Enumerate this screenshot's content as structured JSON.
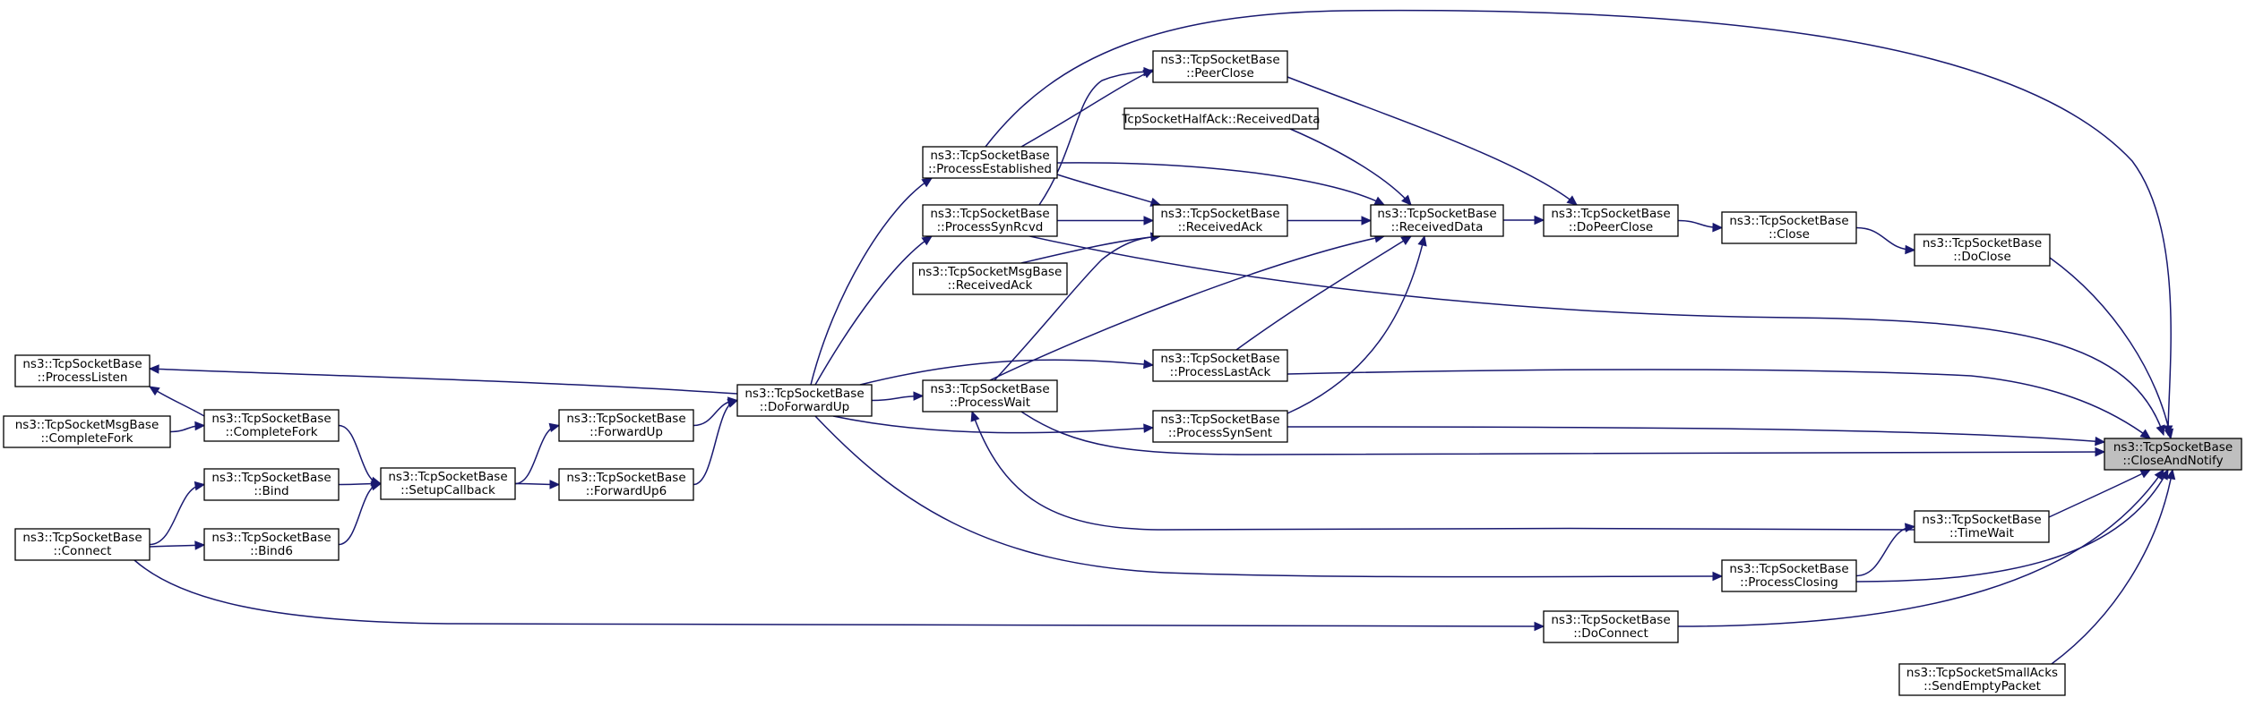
{
  "graph": {
    "edge_color": "#191970",
    "root_fill": "#bfbfbf",
    "nodes": [
      {
        "id": "closeandnotify",
        "lines": [
          "ns3::TcpSocketBase",
          "::CloseAndNotify"
        ],
        "root": true
      },
      {
        "id": "doclose",
        "lines": [
          "ns3::TcpSocketBase",
          "::DoClose"
        ]
      },
      {
        "id": "close",
        "lines": [
          "ns3::TcpSocketBase",
          "::Close"
        ]
      },
      {
        "id": "dopeerclose",
        "lines": [
          "ns3::TcpSocketBase",
          "::DoPeerClose"
        ]
      },
      {
        "id": "peerclose",
        "lines": [
          "ns3::TcpSocketBase",
          "::PeerClose"
        ]
      },
      {
        "id": "halfack",
        "lines": [
          "TcpSocketHalfAck::ReceivedData"
        ]
      },
      {
        "id": "receiveddata",
        "lines": [
          "ns3::TcpSocketBase",
          "::ReceivedData"
        ]
      },
      {
        "id": "receivedack",
        "lines": [
          "ns3::TcpSocketBase",
          "::ReceivedAck"
        ]
      },
      {
        "id": "processestablished",
        "lines": [
          "ns3::TcpSocketBase",
          "::ProcessEstablished"
        ]
      },
      {
        "id": "processsynrcvd",
        "lines": [
          "ns3::TcpSocketBase",
          "::ProcessSynRcvd"
        ]
      },
      {
        "id": "msgreceivedack",
        "lines": [
          "ns3::TcpSocketMsgBase",
          "::ReceivedAck"
        ]
      },
      {
        "id": "processlastack",
        "lines": [
          "ns3::TcpSocketBase",
          "::ProcessLastAck"
        ]
      },
      {
        "id": "processsynsent",
        "lines": [
          "ns3::TcpSocketBase",
          "::ProcessSynSent"
        ]
      },
      {
        "id": "processwait",
        "lines": [
          "ns3::TcpSocketBase",
          "::ProcessWait"
        ]
      },
      {
        "id": "doforwardup",
        "lines": [
          "ns3::TcpSocketBase",
          "::DoForwardUp"
        ]
      },
      {
        "id": "forwardup",
        "lines": [
          "ns3::TcpSocketBase",
          "::ForwardUp"
        ]
      },
      {
        "id": "forwardup6",
        "lines": [
          "ns3::TcpSocketBase",
          "::ForwardUp6"
        ]
      },
      {
        "id": "setupcallback",
        "lines": [
          "ns3::TcpSocketBase",
          "::SetupCallback"
        ]
      },
      {
        "id": "completefork",
        "lines": [
          "ns3::TcpSocketBase",
          "::CompleteFork"
        ]
      },
      {
        "id": "msgcompletefork",
        "lines": [
          "ns3::TcpSocketMsgBase",
          "::CompleteFork"
        ]
      },
      {
        "id": "processlisten",
        "lines": [
          "ns3::TcpSocketBase",
          "::ProcessListen"
        ]
      },
      {
        "id": "bind",
        "lines": [
          "ns3::TcpSocketBase",
          "::Bind"
        ]
      },
      {
        "id": "bind6",
        "lines": [
          "ns3::TcpSocketBase",
          "::Bind6"
        ]
      },
      {
        "id": "connect",
        "lines": [
          "ns3::TcpSocketBase",
          "::Connect"
        ]
      },
      {
        "id": "timewait",
        "lines": [
          "ns3::TcpSocketBase",
          "::TimeWait"
        ]
      },
      {
        "id": "processclosing",
        "lines": [
          "ns3::TcpSocketBase",
          "::ProcessClosing"
        ]
      },
      {
        "id": "doconnect",
        "lines": [
          "ns3::TcpSocketBase",
          "::DoConnect"
        ]
      },
      {
        "id": "sendemptypacket",
        "lines": [
          "ns3::TcpSocketSmallAcks",
          "::SendEmptyPacket"
        ]
      }
    ],
    "edges": [
      {
        "from": "doclose",
        "to": "closeandnotify"
      },
      {
        "from": "close",
        "to": "doclose"
      },
      {
        "from": "dopeerclose",
        "to": "close"
      },
      {
        "from": "peerclose",
        "to": "dopeerclose"
      },
      {
        "from": "receiveddata",
        "to": "dopeerclose"
      },
      {
        "from": "halfack",
        "to": "receiveddata"
      },
      {
        "from": "receivedack",
        "to": "receiveddata"
      },
      {
        "from": "processestablished",
        "to": "receiveddata"
      },
      {
        "from": "processestablished",
        "to": "receivedack"
      },
      {
        "from": "processestablished",
        "to": "peerclose"
      },
      {
        "from": "processsynrcvd",
        "to": "receivedack"
      },
      {
        "from": "processsynrcvd",
        "to": "peerclose"
      },
      {
        "from": "msgreceivedack",
        "to": "receivedack"
      },
      {
        "from": "processlastack",
        "to": "receiveddata"
      },
      {
        "from": "processsynsent",
        "to": "receiveddata"
      },
      {
        "from": "processwait",
        "to": "receivedack"
      },
      {
        "from": "processwait",
        "to": "receiveddata"
      },
      {
        "from": "doforwardup",
        "to": "processestablished"
      },
      {
        "from": "doforwardup",
        "to": "processsynrcvd"
      },
      {
        "from": "doforwardup",
        "to": "processwait"
      },
      {
        "from": "doforwardup",
        "to": "processlastack"
      },
      {
        "from": "doforwardup",
        "to": "processsynsent"
      },
      {
        "from": "doforwardup",
        "to": "processlisten"
      },
      {
        "from": "forwardup",
        "to": "doforwardup"
      },
      {
        "from": "forwardup6",
        "to": "doforwardup"
      },
      {
        "from": "setupcallback",
        "to": "forwardup"
      },
      {
        "from": "setupcallback",
        "to": "forwardup6"
      },
      {
        "from": "completefork",
        "to": "setupcallback"
      },
      {
        "from": "completefork",
        "to": "processlisten"
      },
      {
        "from": "msgcompletefork",
        "to": "completefork"
      },
      {
        "from": "bind",
        "to": "setupcallback"
      },
      {
        "from": "bind6",
        "to": "setupcallback"
      },
      {
        "from": "connect",
        "to": "bind"
      },
      {
        "from": "connect",
        "to": "bind6"
      },
      {
        "from": "processestablished",
        "to": "closeandnotify"
      },
      {
        "from": "processsynrcvd",
        "to": "closeandnotify"
      },
      {
        "from": "processlastack",
        "to": "closeandnotify"
      },
      {
        "from": "processsynsent",
        "to": "closeandnotify"
      },
      {
        "from": "processwait",
        "to": "closeandnotify"
      },
      {
        "from": "timewait",
        "to": "closeandnotify"
      },
      {
        "from": "timewait",
        "to": "processwait"
      },
      {
        "from": "processclosing",
        "to": "timewait"
      },
      {
        "from": "doforwardup",
        "to": "processclosing"
      },
      {
        "from": "processclosing",
        "to": "closeandnotify"
      },
      {
        "from": "doconnect",
        "to": "closeandnotify"
      },
      {
        "from": "connect",
        "to": "doconnect"
      },
      {
        "from": "sendemptypacket",
        "to": "closeandnotify"
      }
    ]
  }
}
